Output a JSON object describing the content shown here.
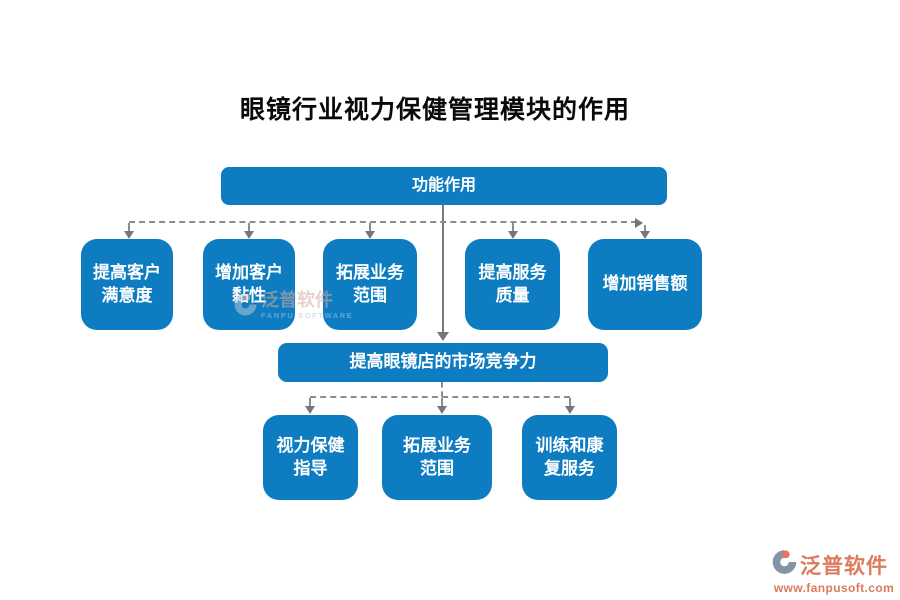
{
  "title": "眼镜行业视力保健管理模块的作用",
  "diagram": {
    "root": {
      "label": "功能作用"
    },
    "benefits": [
      {
        "label": "提高客户\n满意度"
      },
      {
        "label": "增加客户\n黏性"
      },
      {
        "label": "拓展业务\n范围"
      },
      {
        "label": "提高服务\n质量"
      },
      {
        "label": "增加销售额"
      }
    ],
    "outcome": {
      "label": "提高眼镜店的市场竞争力"
    },
    "services": [
      {
        "label": "视力保健\n指导"
      },
      {
        "label": "拓展业务\n范围"
      },
      {
        "label": "训练和康\n复服务"
      }
    ]
  },
  "watermark": {
    "brand": "泛普软件",
    "subtitle": "FANPU SOFTWARE"
  },
  "footer_logo": {
    "brand": "泛普软件",
    "url": "www.fanpusoft.com"
  },
  "colors": {
    "box_blue": "#0D7CC1",
    "connector_gray": "#8C8C8C",
    "arrow_gray": "#767676",
    "brand_coral": "#DC7A5E",
    "title_black": "#0A0A0A"
  }
}
